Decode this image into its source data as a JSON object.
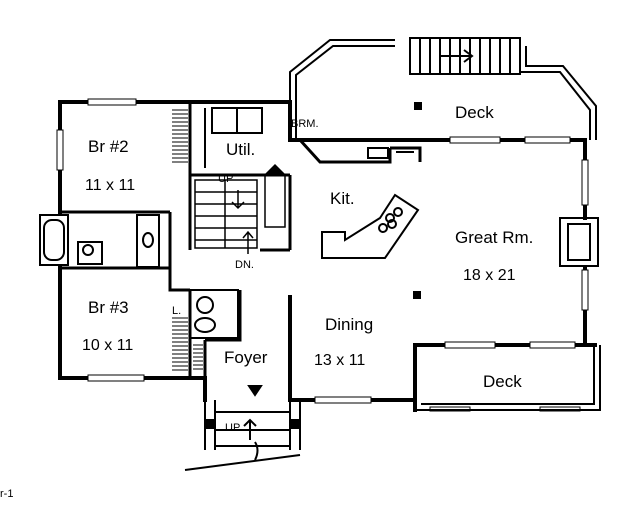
{
  "rooms": {
    "br2": {
      "name": "Br #2",
      "size": "11 x 11"
    },
    "br3": {
      "name": "Br #3",
      "size": "10 x 11"
    },
    "util": {
      "name": "Util."
    },
    "brm": {
      "name": "BRM."
    },
    "kit": {
      "name": "Kit."
    },
    "great": {
      "name": "Great Rm.",
      "size": "18 x 21"
    },
    "dining": {
      "name": "Dining",
      "size": "13 x 11"
    },
    "foyer": {
      "name": "Foyer"
    },
    "deck_top": {
      "name": "Deck"
    },
    "deck_bot": {
      "name": "Deck"
    },
    "linen": {
      "name": "L."
    }
  },
  "stairs": {
    "up_main": "UP",
    "down_main": "DN.",
    "up_entry": "UP"
  },
  "corner_mark": "r-1"
}
